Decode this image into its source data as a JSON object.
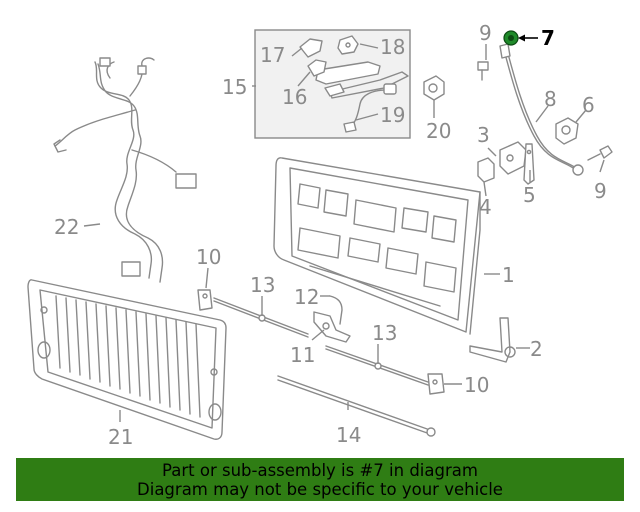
{
  "labels": {
    "p1": "1",
    "p2": "2",
    "p3": "3",
    "p4": "4",
    "p5": "5",
    "p6": "6",
    "p7": "7",
    "p8": "8",
    "p9a": "9",
    "p9b": "9",
    "p10a": "10",
    "p10b": "10",
    "p11": "11",
    "p12": "12",
    "p13a": "13",
    "p13b": "13",
    "p14": "14",
    "p15": "15",
    "p16": "16",
    "p17": "17",
    "p18": "18",
    "p19": "19",
    "p20": "20",
    "p21": "21",
    "p22": "22"
  },
  "highlighted_part": "7",
  "banner": {
    "line1": "Part or sub-assembly is #7 in diagram",
    "line2": "Diagram may not be specific to your vehicle"
  },
  "colors": {
    "banner_bg": "#2f7d14",
    "highlight_part": "#1f8a2a",
    "line_art": "#8a8a8a"
  }
}
